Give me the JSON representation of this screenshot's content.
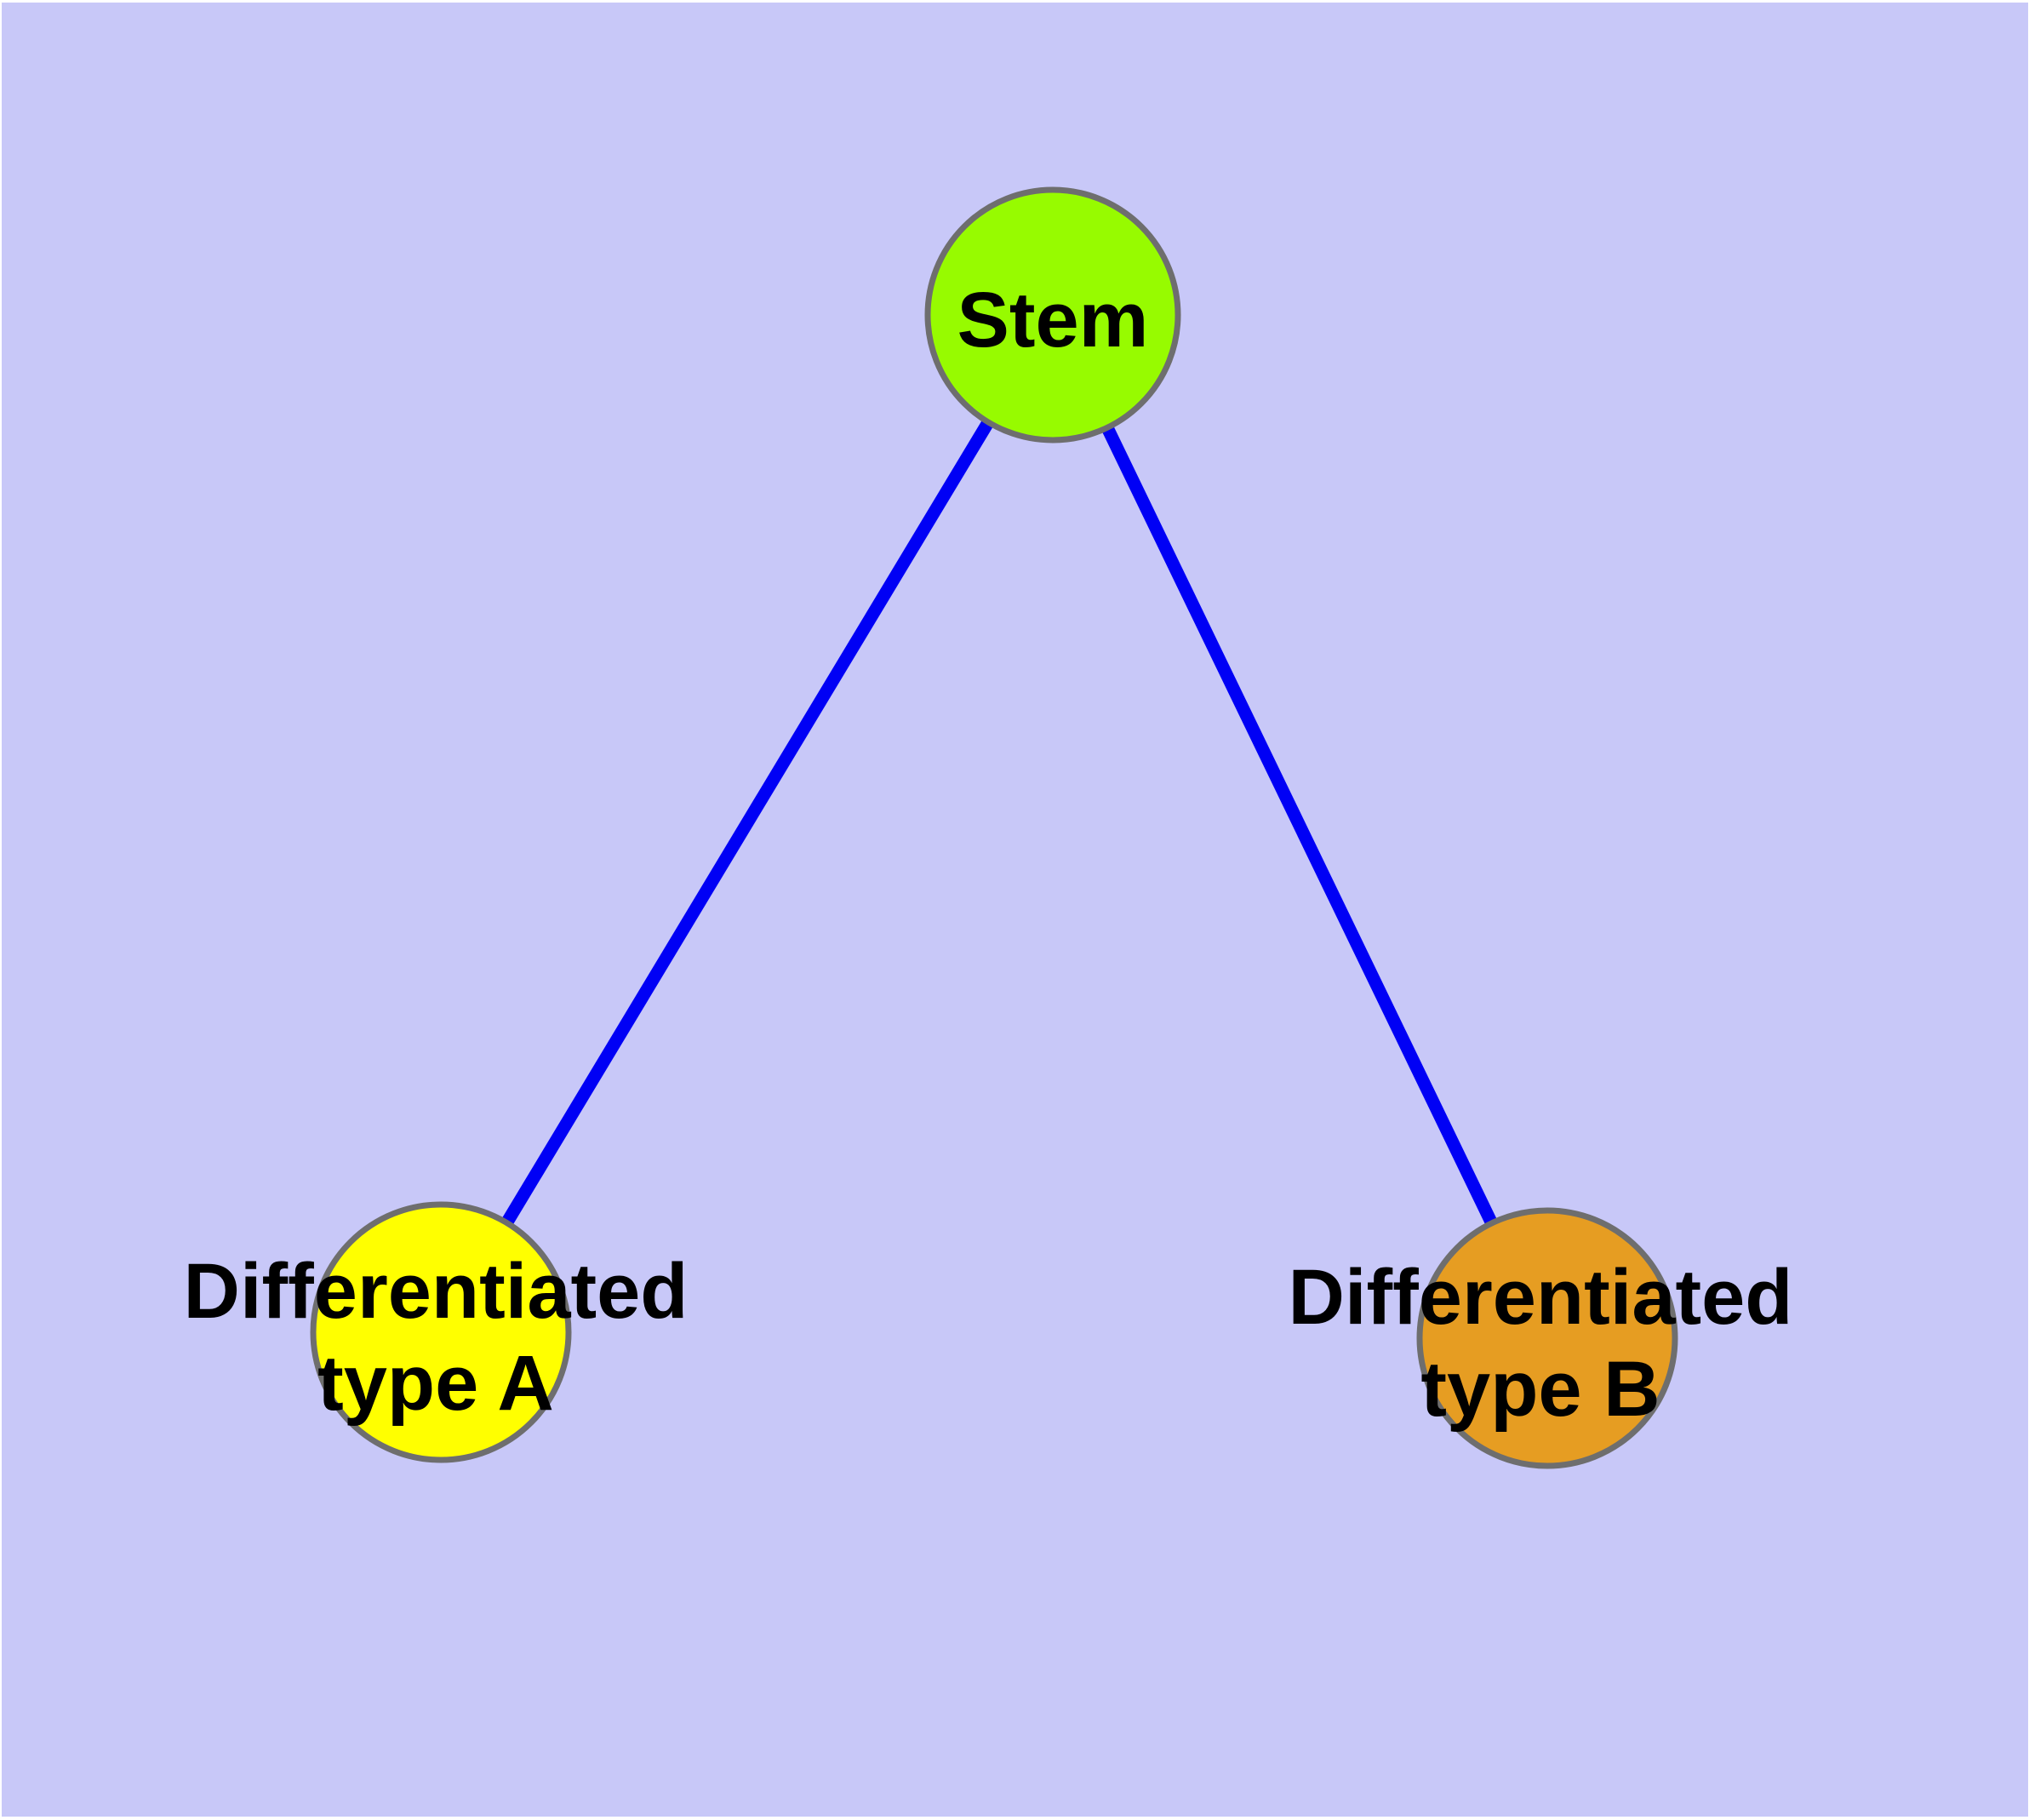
{
  "diagram": {
    "type": "graph",
    "background_color": "#C8C8F8",
    "frame_color": "#FFFFFF",
    "edge_color": "#0000F5",
    "node_border_color": "#6E6E6E",
    "label_color": "#000000",
    "nodes": [
      {
        "id": "stem",
        "label": "Stem",
        "fill": "#97FB00"
      },
      {
        "id": "differentiated-type-a",
        "label": "Differentiated\ntype A",
        "fill": "#FFFF00"
      },
      {
        "id": "differentiated-type-b",
        "label": "Differentiated\ntype B",
        "fill": "#E69D22"
      }
    ],
    "edges": [
      {
        "from": "stem",
        "to": "differentiated-type-a"
      },
      {
        "from": "stem",
        "to": "differentiated-type-b"
      }
    ]
  }
}
